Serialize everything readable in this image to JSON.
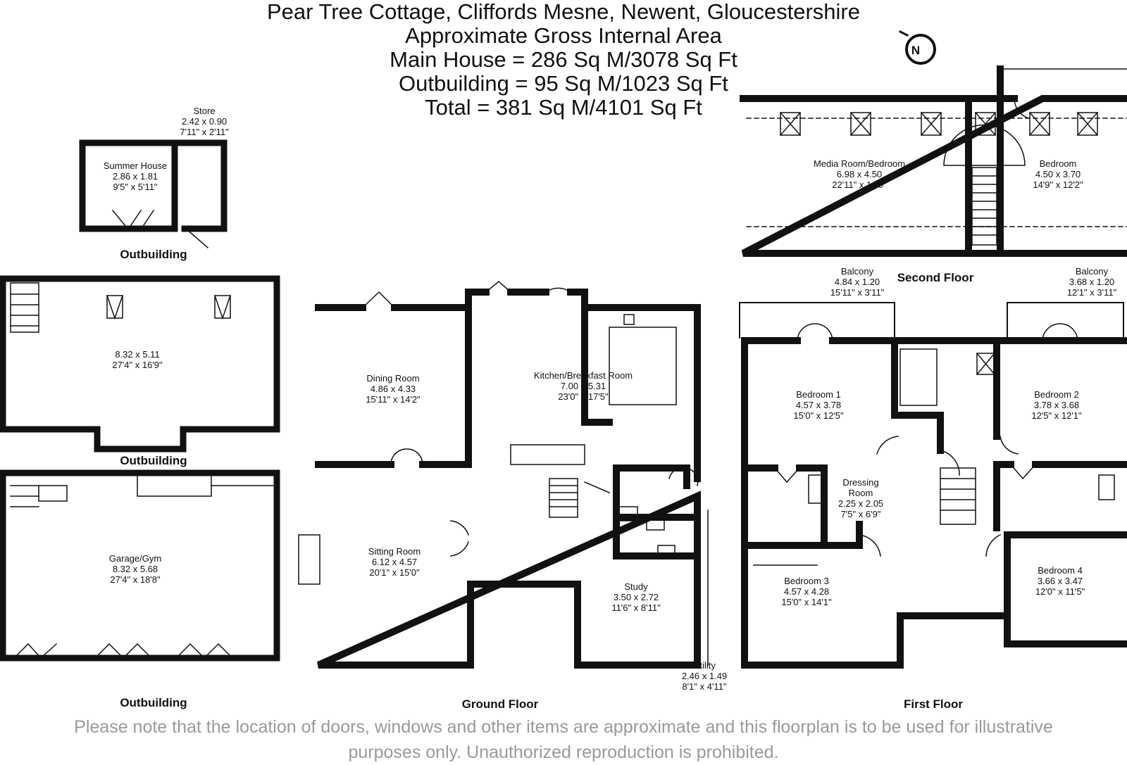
{
  "header": {
    "title": "Pear Tree Cottage, Cliffords Mesne, Newent, Gloucestershire",
    "area_heading": "Approximate Gross Internal Area",
    "main_house": "Main House = 286 Sq M/3078 Sq Ft",
    "outbuilding": "Outbuilding = 95 Sq M/1023 Sq Ft",
    "total": "Total = 381 Sq M/4101 Sq Ft"
  },
  "compass": {
    "icon": "north-arrow-icon",
    "label": "N"
  },
  "sections": {
    "outbuilding_small": "Outbuilding",
    "outbuilding_middle": "Outbuilding",
    "outbuilding_bottom": "Outbuilding",
    "ground_floor": "Ground Floor",
    "first_floor": "First Floor",
    "second_floor": "Second Floor"
  },
  "rooms": {
    "store": {
      "name": "Store",
      "metric": "2.42 x 0.90",
      "imperial": "7'11\" x 2'11\""
    },
    "summer_house": {
      "name": "Summer House",
      "metric": "2.86 x 1.81",
      "imperial": "9'5\" x 5'11\""
    },
    "outbuilding_room": {
      "metric": "8.32 x 5.11",
      "imperial": "27'4\" x 16'9\""
    },
    "garage_gym": {
      "name": "Garage/Gym",
      "metric": "8.32 x 5.68",
      "imperial": "27'4\" x 18'8\""
    },
    "dining_room": {
      "name": "Dining Room",
      "metric": "4.86 x 4.33",
      "imperial": "15'11\" x 14'2\""
    },
    "kitchen": {
      "name": "Kitchen/Breakfast Room",
      "metric": "7.00 x 5.31",
      "imperial": "23'0\" x 17'5\""
    },
    "sitting_room": {
      "name": "Sitting Room",
      "metric": "6.12 x 4.57",
      "imperial": "20'1\" x 15'0\""
    },
    "study": {
      "name": "Study",
      "metric": "3.50 x 2.72",
      "imperial": "11'6\" x 8'11\""
    },
    "utility": {
      "name": "Utility",
      "metric": "2.46 x 1.49",
      "imperial": "8'1\" x 4'11\""
    },
    "balcony_left": {
      "name": "Balcony",
      "metric": "4.84 x 1.20",
      "imperial": "15'11\" x 3'11\""
    },
    "balcony_right": {
      "name": "Balcony",
      "metric": "3.68 x 1.20",
      "imperial": "12'1\" x 3'11\""
    },
    "bedroom_1": {
      "name": "Bedroom 1",
      "metric": "4.57 x 3.78",
      "imperial": "15'0\" x 12'5\""
    },
    "bedroom_2": {
      "name": "Bedroom 2",
      "metric": "3.78 x 3.68",
      "imperial": "12'5\" x 12'1\""
    },
    "dressing_room": {
      "name1": "Dressing",
      "name2": "Room",
      "metric": "2.25 x 2.05",
      "imperial": "7'5\" x 6'9\""
    },
    "bedroom_3": {
      "name": "Bedroom 3",
      "metric": "4.57 x 4.28",
      "imperial": "15'0\" x 14'1\""
    },
    "bedroom_4": {
      "name": "Bedroom 4",
      "metric": "3.66 x 3.47",
      "imperial": "12'0\" x 11'5\""
    },
    "media_room": {
      "name": "Media Room/Bedroom",
      "metric": "6.98 x 4.50",
      "imperial": "22'11\" x 14'9\""
    },
    "bedroom_second": {
      "name": "Bedroom",
      "metric": "4.50 x 3.70",
      "imperial": "14'9\" x 12'2\""
    }
  },
  "disclaimer": {
    "line1": "Please note that the location of doors, windows and other items are approximate and this floorplan is to be used for illustrative",
    "line2": "purposes only. Unauthorized reproduction is prohibited."
  }
}
